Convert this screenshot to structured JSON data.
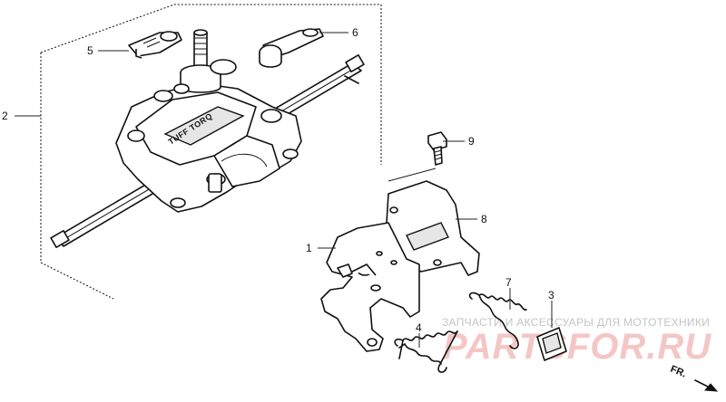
{
  "callouts": {
    "c1": "1",
    "c2": "2",
    "c3": "3",
    "c4": "4",
    "c5": "5",
    "c6": "6",
    "c7": "7",
    "c8": "8",
    "c9": "9"
  },
  "housing_brand": "TUFF TORQ",
  "direction_marker": "FR.",
  "watermark": {
    "line1": "ЗАПЧАСТИ И АКСЕССУАРЫ ДЛЯ МОТОТЕХНИКИ",
    "logo": "PARTSFOR.RU"
  }
}
